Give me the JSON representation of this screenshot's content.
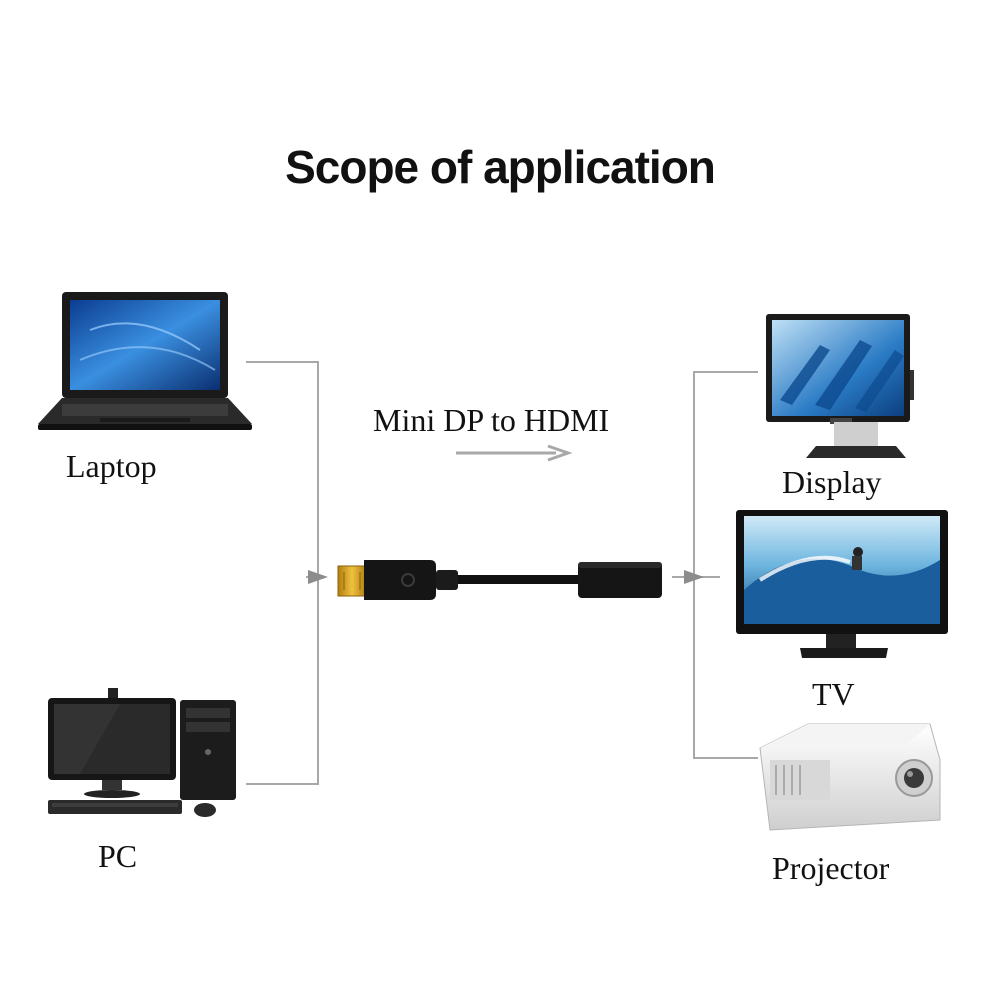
{
  "title": "Scope of application",
  "cable": {
    "label": "Mini DP to HDMI"
  },
  "sources": [
    {
      "label": "Laptop",
      "icon": "laptop-icon"
    },
    {
      "label": "PC",
      "icon": "desktop-pc-icon"
    }
  ],
  "outputs": [
    {
      "label": "Display",
      "icon": "monitor-icon"
    },
    {
      "label": "TV",
      "icon": "tv-icon"
    },
    {
      "label": "Projector",
      "icon": "projector-icon"
    }
  ],
  "colors": {
    "connector_line": "#a8a8a8",
    "arrow": "#8c8c8c",
    "cable": "#111111",
    "plug_gold": "#d9a520",
    "screen_blue": "#1e6fc0"
  }
}
